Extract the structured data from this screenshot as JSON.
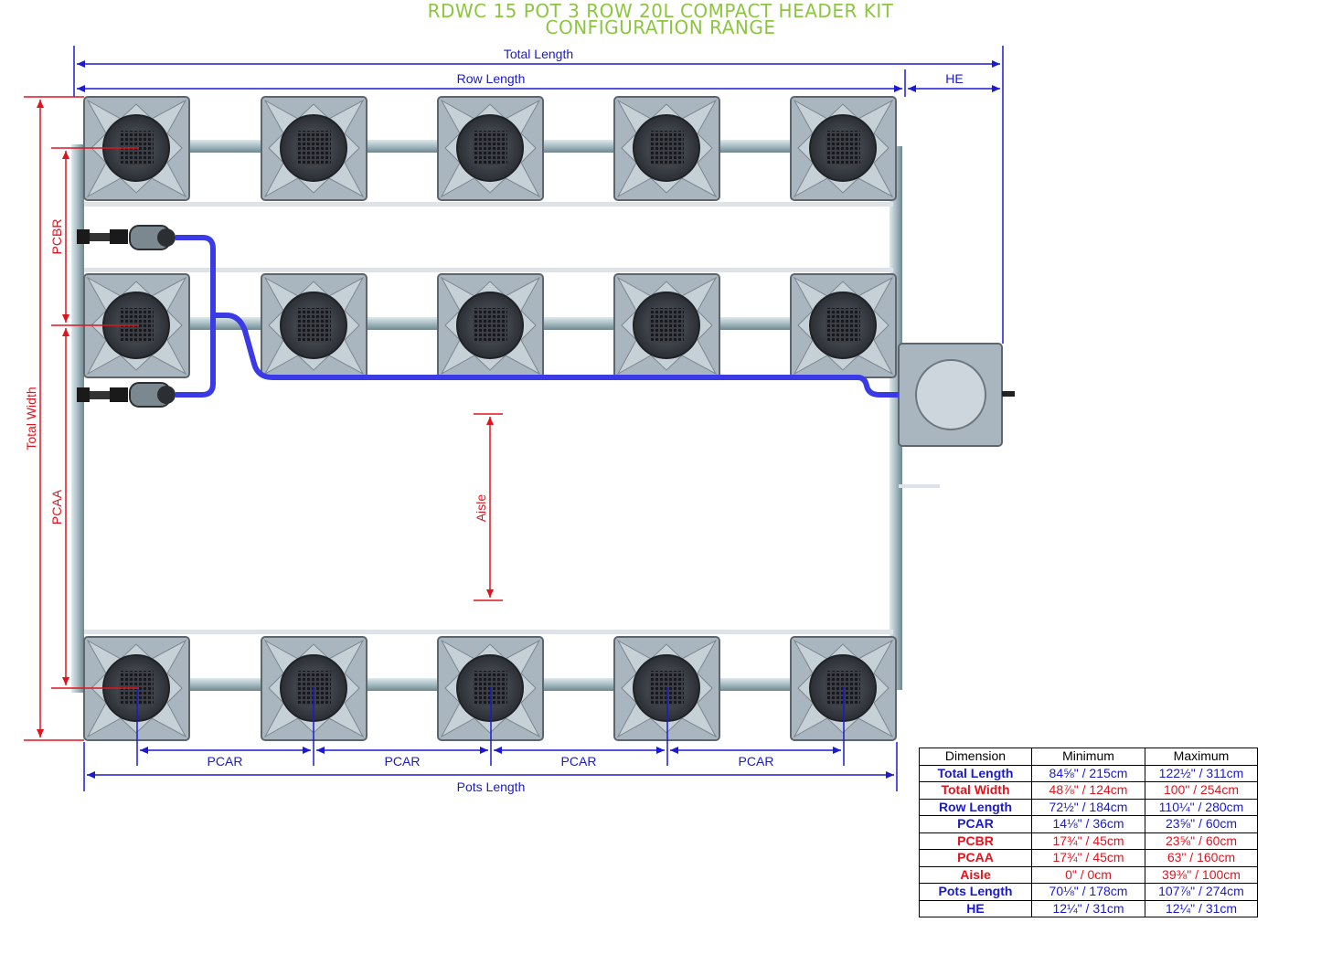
{
  "title": {
    "line1": "RDWC 15 POT 3 ROW 20L COMPACT HEADER KIT",
    "line2": "CONFIGURATION RANGE"
  },
  "labels": {
    "total_length": "Total Length",
    "row_length": "Row Length",
    "he": "HE",
    "total_width": "Total Width",
    "pcbr": "PCBR",
    "pcaa": "PCAA",
    "aisle": "Aisle",
    "pcar": "PCAR",
    "pots_length": "Pots Length"
  },
  "colors": {
    "title": "#8cc63f",
    "blue_dim": "#1a1ad0",
    "red_dim": "#e0141e",
    "pipe": "#b4c6cc",
    "pot": "#a9b5bf",
    "hose": "#3a3ae6"
  },
  "table": {
    "headers": [
      "Dimension",
      "Minimum",
      "Maximum"
    ],
    "rows": [
      {
        "dim": "Total Length",
        "min": "84⅝\" / 215cm",
        "max": "122½\" / 311cm",
        "color": "blue"
      },
      {
        "dim": "Total Width",
        "min": "48⅞\" / 124cm",
        "max": "100\" / 254cm",
        "color": "red"
      },
      {
        "dim": "Row Length",
        "min": "72½\" / 184cm",
        "max": "110¼\" / 280cm",
        "color": "blue"
      },
      {
        "dim": "PCAR",
        "min": "14⅛\" / 36cm",
        "max": "23⅝\" / 60cm",
        "color": "blue"
      },
      {
        "dim": "PCBR",
        "min": "17¾\" / 45cm",
        "max": "23⅝\" / 60cm",
        "color": "red"
      },
      {
        "dim": "PCAA",
        "min": "17¾\" / 45cm",
        "max": "63\" / 160cm",
        "color": "red"
      },
      {
        "dim": "Aisle",
        "min": "0\" / 0cm",
        "max": "39⅜\" / 100cm",
        "color": "red"
      },
      {
        "dim": "Pots Length",
        "min": "70⅛\" / 178cm",
        "max": "107⅞\" / 274cm",
        "color": "blue"
      },
      {
        "dim": "HE",
        "min": "12¼\" / 31cm",
        "max": "12¼\" / 31cm",
        "color": "blue"
      }
    ]
  }
}
